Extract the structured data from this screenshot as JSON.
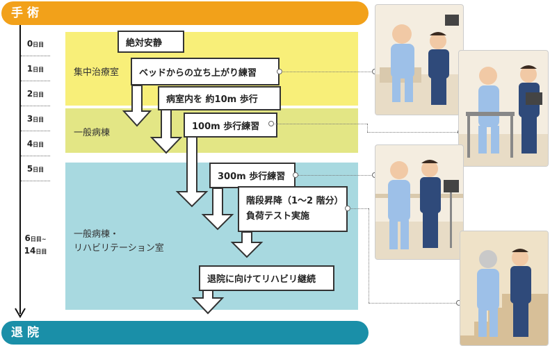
{
  "header": {
    "surgery_label": "手術",
    "discharge_label": "退院"
  },
  "timeline": {
    "days": [
      {
        "num": "0",
        "unit": "日目"
      },
      {
        "num": "1",
        "unit": "日目"
      },
      {
        "num": "2",
        "unit": "日目"
      },
      {
        "num": "3",
        "unit": "日目"
      },
      {
        "num": "4",
        "unit": "日目"
      },
      {
        "num": "5",
        "unit": "日目"
      }
    ],
    "range": {
      "from_num": "6",
      "from_unit": "日目~",
      "to_num": "14",
      "to_unit": "日目"
    }
  },
  "zones": [
    {
      "label": "集中治療室",
      "color": "#f8ef79"
    },
    {
      "label": "一般病棟",
      "color": "#e3e685"
    },
    {
      "label_line1": "一般病棟・",
      "label_line2": "リハビリテーション室",
      "color": "#a8d9e0"
    }
  ],
  "steps": [
    "絶対安静",
    "ベッドからの立ち上がり練習",
    "病室内を 約10m 歩行",
    "100m 歩行練習",
    "300m 歩行練習",
    "階段昇降（1〜2 階分）",
    "負荷テスト実施",
    "退院に向けてリハビリ継続"
  ],
  "colors": {
    "surgery": "#f2a11a",
    "discharge": "#1a8fa8"
  }
}
